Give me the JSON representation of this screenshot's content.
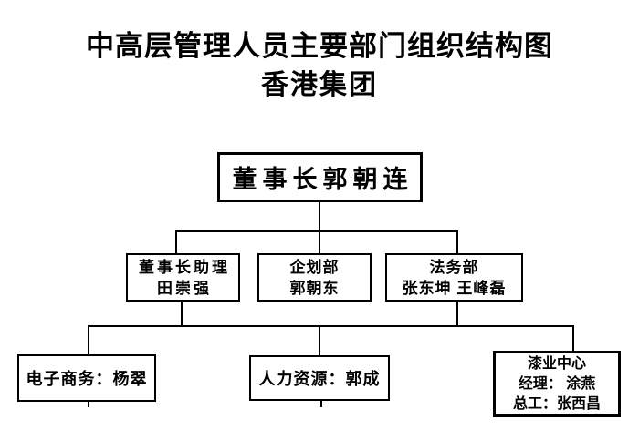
{
  "title": {
    "line1": "中高层管理人员主要部门组织结构图",
    "line2": "香港集团"
  },
  "colors": {
    "foreground": "#000000",
    "background": "#ffffff"
  },
  "org": {
    "root": {
      "label": "董事长郭朝连"
    },
    "level2": [
      {
        "dept": "董事长助理",
        "person": "田崇强"
      },
      {
        "dept": "企划部",
        "person": "郭朝东"
      },
      {
        "dept": "法务部",
        "person": "张东坤 王峰磊"
      }
    ],
    "level3": [
      {
        "label": "电子商务：杨翠"
      },
      {
        "label": "人力资源：郭成"
      },
      {
        "lines": [
          "漆业中心",
          "经理： 涂燕",
          "总工：张西昌"
        ]
      }
    ]
  }
}
